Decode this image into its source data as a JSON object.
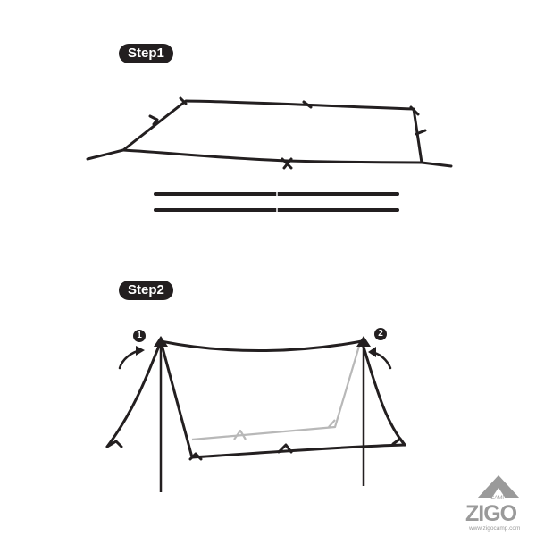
{
  "steps": [
    {
      "label": "Step1"
    },
    {
      "label": "Step2"
    }
  ],
  "markers": [
    "1",
    "2"
  ],
  "logo": {
    "brand": "ZIGO",
    "tag": "CAMP",
    "url": "www.zigocamp.com"
  },
  "colors": {
    "line": "#231f20",
    "back_edge": "#b8b8b8",
    "logo": "#9a9a9a"
  },
  "icons": [
    "curved-arrow-icon",
    "mountain-logo-icon"
  ]
}
